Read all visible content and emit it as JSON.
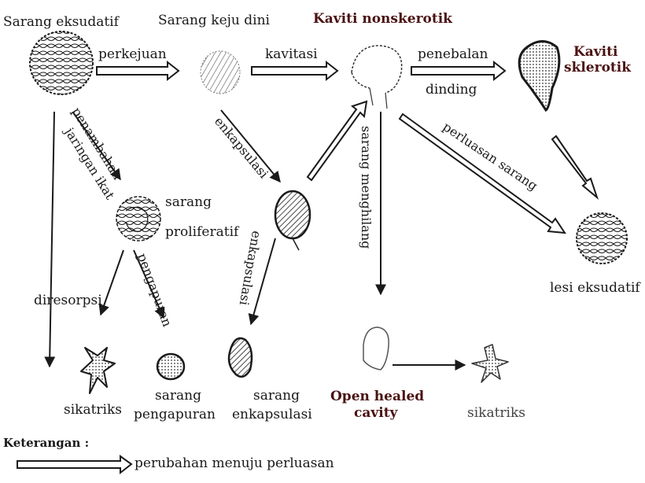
{
  "nodes": {
    "sarang_eksudatif": "Sarang eksudatif",
    "sarang_keju_dini": "Sarang keju dini",
    "kaviti_nonskerotik": "Kaviti nonskerotik",
    "kaviti_sklerotik_1": "Kaviti",
    "kaviti_sklerotik_2": "sklerotik",
    "sarang_proliferatif_1": "sarang",
    "sarang_proliferatif_2": "proliferatif",
    "lesi_eksudatif": "lesi eksudatif",
    "sikatriks_left": "sikatriks",
    "sarang_pengapuran_1": "sarang",
    "sarang_pengapuran_2": "pengapuran",
    "sarang_enkapsulasi_1": "sarang",
    "sarang_enkapsulasi_2": "enkapsulasi",
    "open_healed_1": "Open healed",
    "open_healed_2": "cavity",
    "sikatriks_right": "sikatriks"
  },
  "edges": {
    "perkejuan": "perkejuan",
    "kavitasi": "kavitasi",
    "penebalan": "penebalan",
    "dinding": "dinding",
    "penambahan": "penambahan",
    "jaringan_ikat": "jaringan ikat",
    "enkapsulasi_upper": "enkapsulasi",
    "enkapsulasi_lower": "enkapsulasi",
    "sarang_menghilang": "sarang menghilang",
    "perluasan_sarang": "perluasan sarang",
    "diresorpsi": "diresorpsi",
    "pengapuran": "pengapuran"
  },
  "legend": {
    "title": "Keterangan :",
    "item": "perubahan menuju perluasan"
  },
  "colors": {
    "ink": "#1a1a1a",
    "highlight": "#4a1212"
  }
}
